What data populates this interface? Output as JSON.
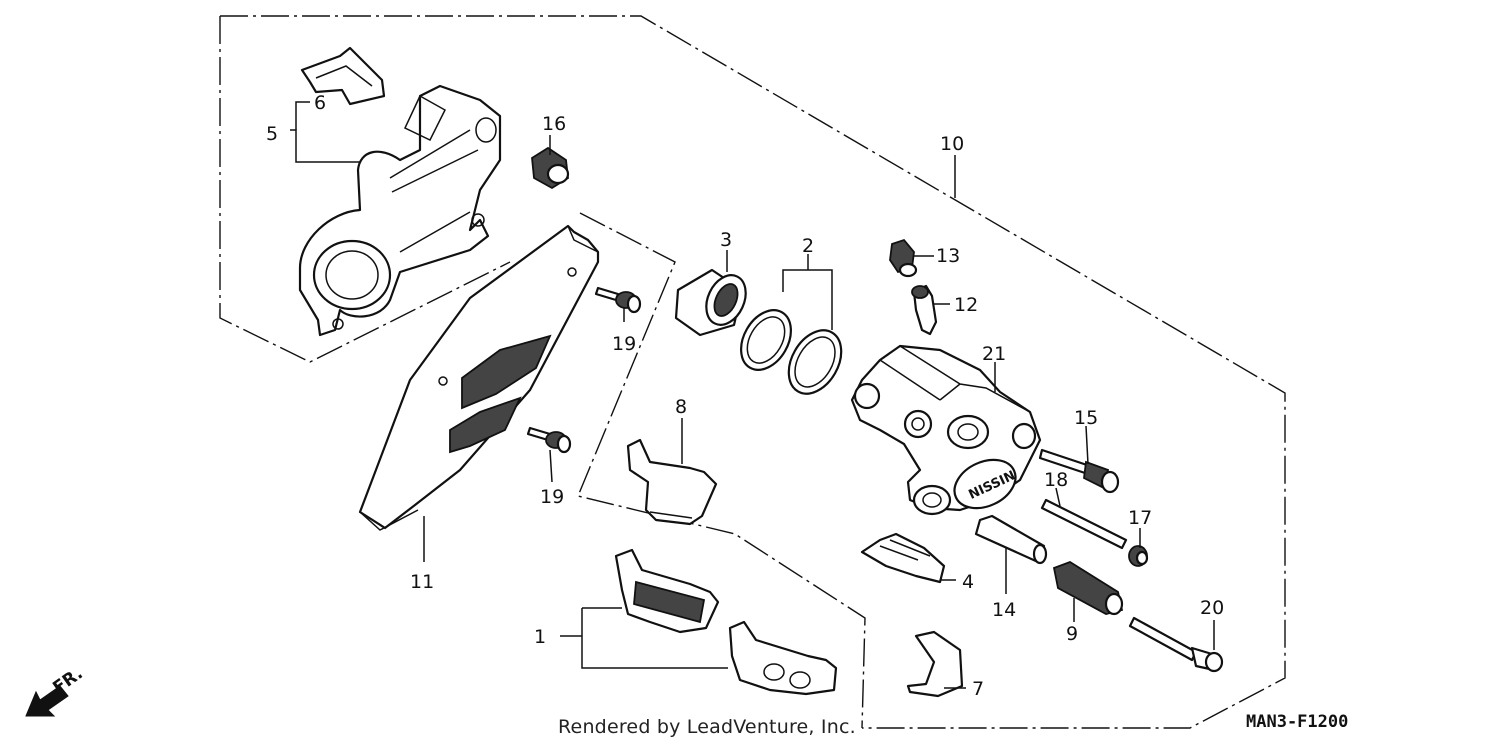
{
  "callouts": {
    "c1": "1",
    "c2": "2",
    "c3": "3",
    "c4": "4",
    "c5": "5",
    "c6": "6",
    "c7": "7",
    "c8": "8",
    "c9": "9",
    "c10": "10",
    "c11": "11",
    "c12": "12",
    "c13": "13",
    "c14": "14",
    "c15": "15",
    "c16": "16",
    "c17": "17",
    "c18": "18",
    "c19a": "19",
    "c19b": "19",
    "c20": "20",
    "c21": "21"
  },
  "direction": "FR.",
  "caliper_brand": "NISSIN",
  "credit": "Rendered by LeadVenture, Inc.",
  "diagram_code": "MAN3-F1200"
}
